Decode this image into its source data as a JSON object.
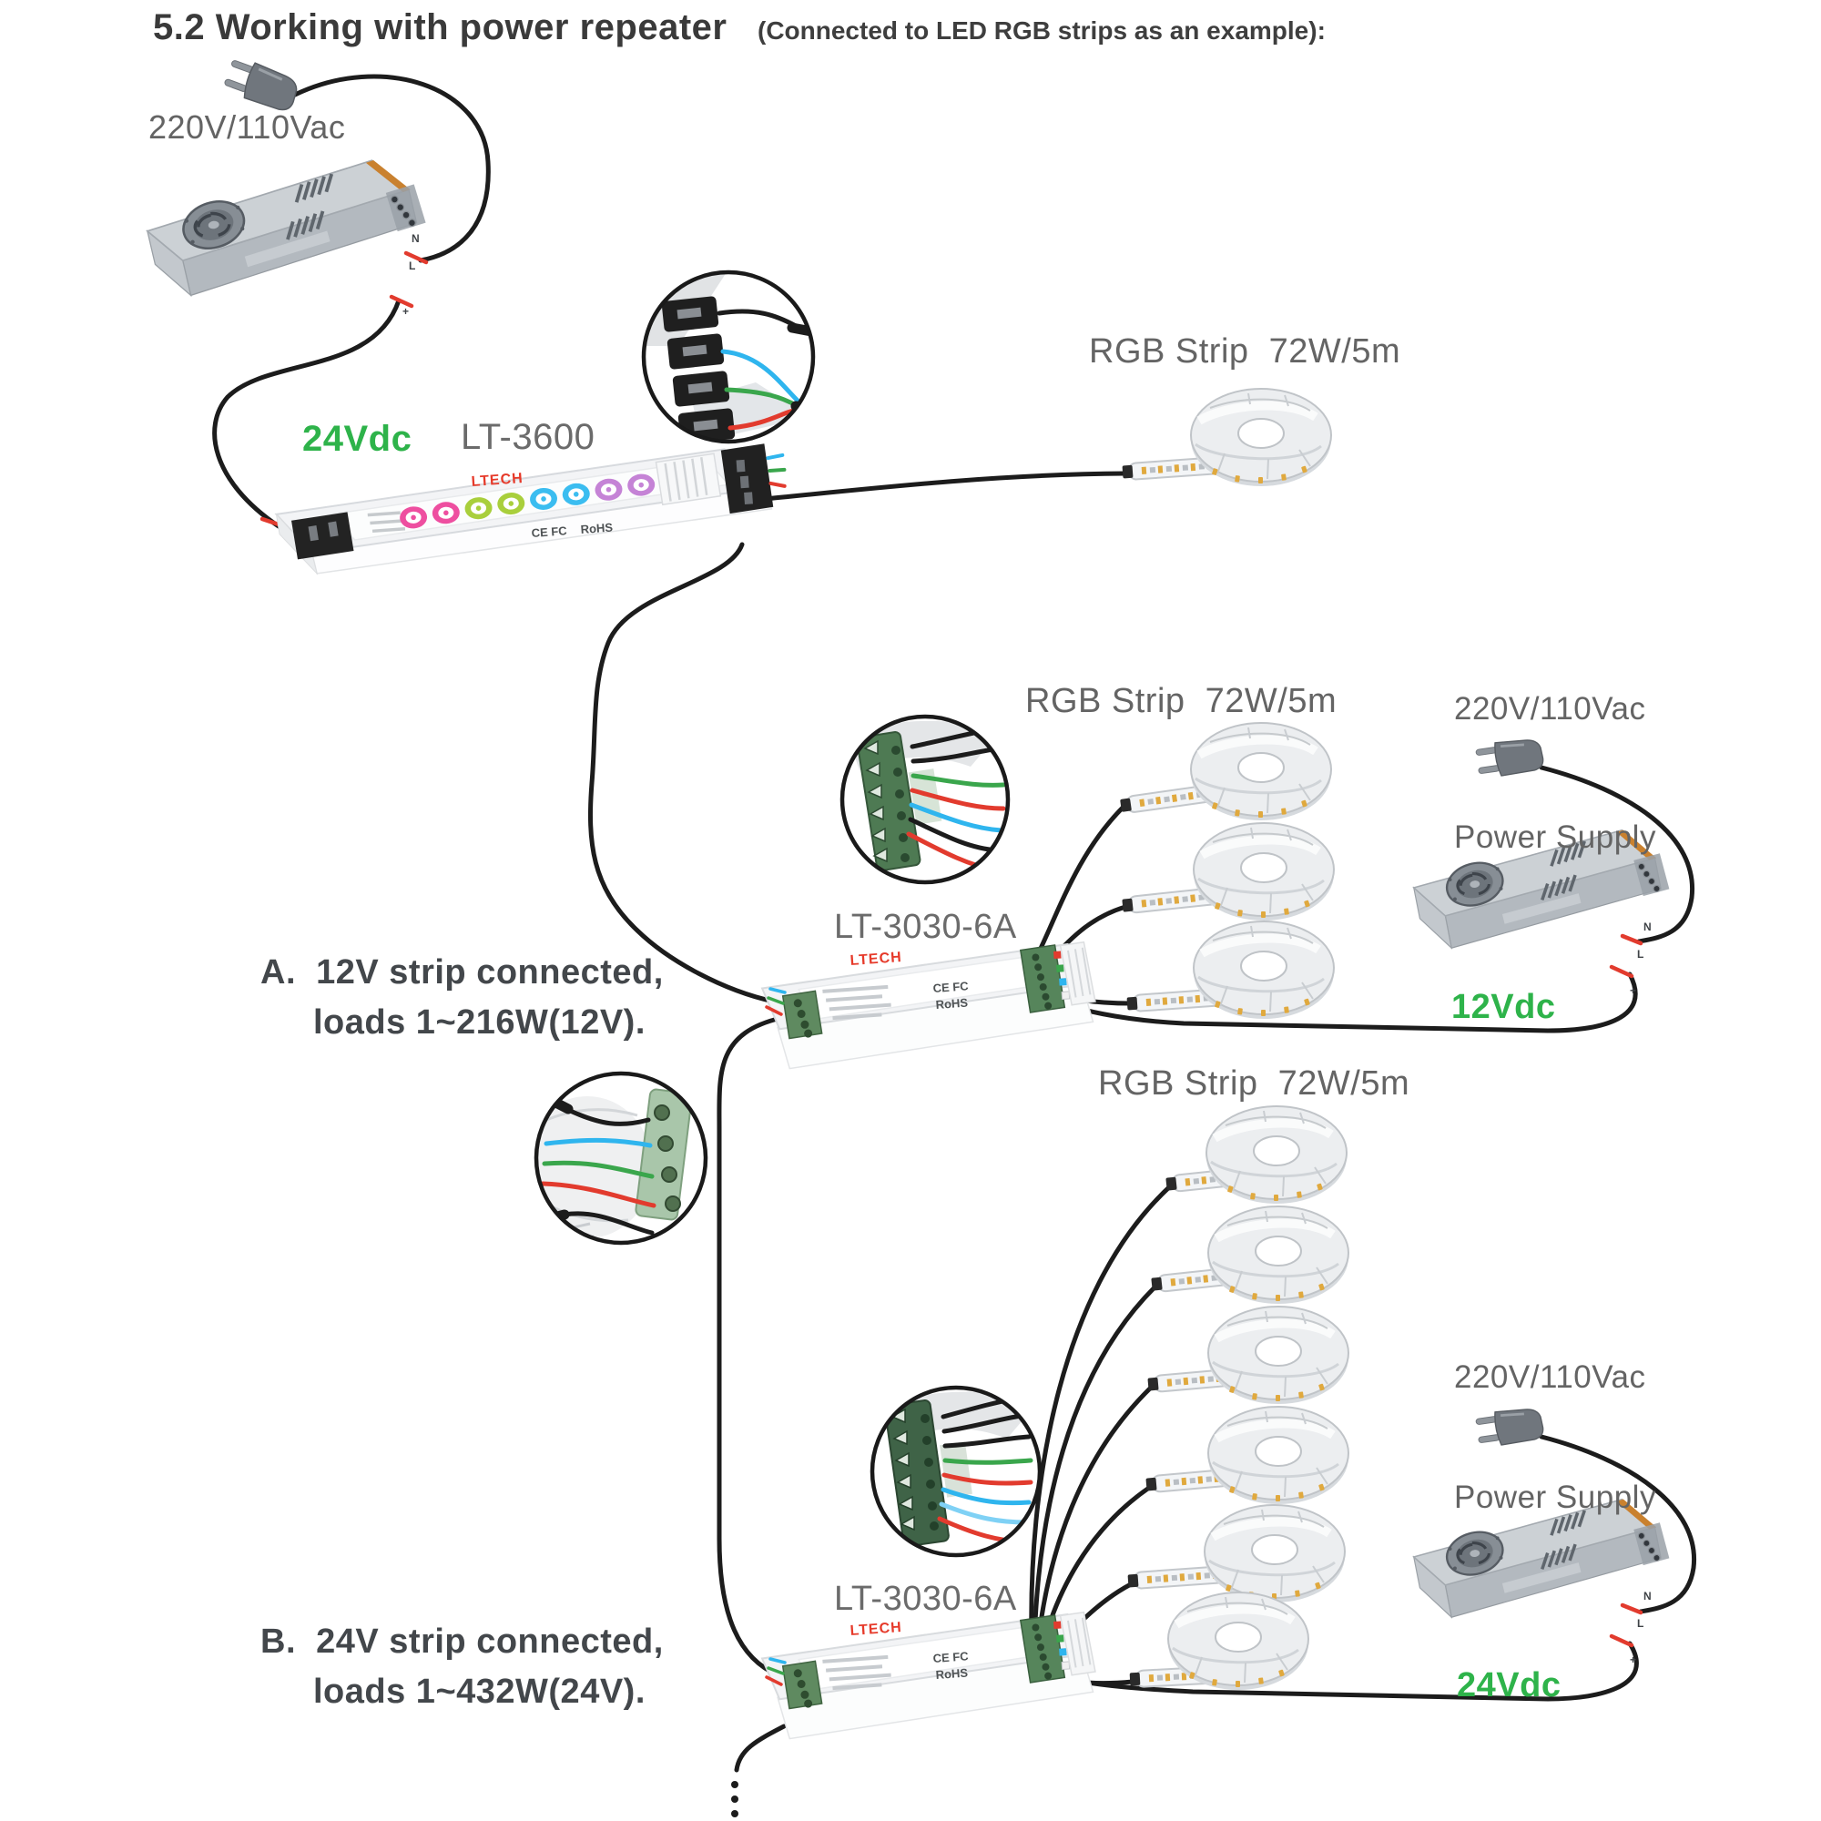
{
  "title": {
    "main": "5.2 Working with power repeater",
    "sub": "(Connected to LED RGB strips as an example):"
  },
  "brand_label": "LTECH",
  "cert": {
    "ce": "CE FC",
    "rohs": "RoHS"
  },
  "psu_terminals": {
    "n": "N",
    "l": "L",
    "plus": "+"
  },
  "top_group": {
    "ac": "220V/110Vac",
    "dc": "24Vdc",
    "controller": "LT-3600",
    "strip": "RGB Strip  72W/5m"
  },
  "section_a": {
    "strip": "RGB Strip  72W/5m",
    "ac": "220V/110Vac",
    "psu": "Power Supply",
    "dc": "12Vdc",
    "controller": "LT-3030-6A",
    "note1": "A.  12V strip connected,",
    "note2": "loads 1~216W(12V)."
  },
  "section_b": {
    "strip": "RGB Strip  72W/5m",
    "ac": "220V/110Vac",
    "psu": "Power Supply",
    "dc": "24Vdc",
    "controller": "LT-3030-6A",
    "note1": "B.  24V strip connected,",
    "note2": "loads 1~432W(24V)."
  },
  "colors": {
    "accent_green": "#2eb34a",
    "label_gray": "#646464",
    "note_gray": "#43474b",
    "wire_black": "#1c1c1c",
    "wire_red": "#e23b2e",
    "wire_green": "#3aa64c",
    "wire_blue": "#2fb5ee",
    "terminal_green": "#56855b"
  }
}
